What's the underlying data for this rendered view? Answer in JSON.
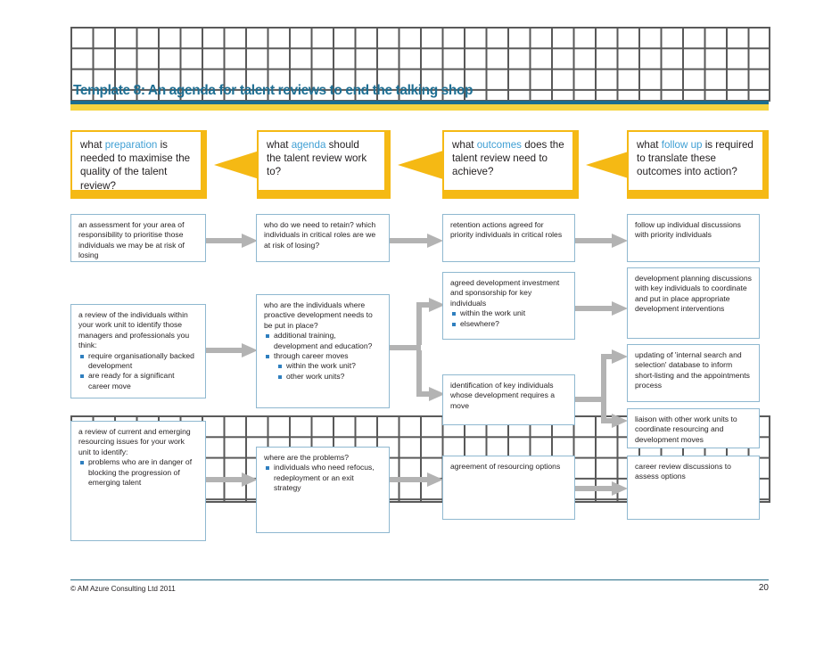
{
  "slide": {
    "title": "Template 8: An agenda for talent reviews to end the talking shop",
    "accent_teal": "#1b6d8f",
    "accent_yellow": "#f5b914",
    "accent_blue_text": "#3f9fd4",
    "box_border": "#8fb8d0",
    "connector_gray": "#b3b3b3"
  },
  "header_panels": [
    {
      "pre": "what ",
      "highlight": "preparation",
      "post": " is needed to maximise the quality of the talent review?"
    },
    {
      "pre": "what ",
      "highlight": "agenda",
      "post": " should the talent review work to?"
    },
    {
      "pre": "what ",
      "highlight": "outcomes",
      "post": " does the talent review need to achieve?"
    },
    {
      "pre": "what ",
      "highlight": "follow up",
      "post": " is required to translate these outcomes into action?"
    }
  ],
  "boxes": {
    "c1r1": {
      "text": "an assessment for your area of responsibility to prioritise those individuals we may be at risk of losing"
    },
    "c1r2": {
      "text": "a review of the individuals within your work unit to identify those managers and professionals you think:",
      "bullets": [
        "require organisationally backed development",
        "are ready for a significant career move"
      ]
    },
    "c1r3": {
      "text": "a review of current and emerging resourcing issues for your work unit to identify:",
      "bullets": [
        "problems who are in danger of blocking the progression of emerging talent"
      ]
    },
    "c2r1": {
      "text": "who do we need to retain? which individuals in critical roles are we at risk of losing?"
    },
    "c2r2": {
      "text": "who are the individuals where proactive development needs to be put in place?",
      "bullets": [
        "additional training, development and education?",
        "through career moves"
      ],
      "subbullets": [
        "within the work unit?",
        "other work units?"
      ]
    },
    "c2r3": {
      "text": "where are the problems?",
      "bullets": [
        "individuals who need refocus, redeployment or an exit strategy"
      ]
    },
    "c3r1": {
      "text": "retention actions agreed for priority individuals in critical roles"
    },
    "c3r2": {
      "text": "agreed development investment and sponsorship for key individuals",
      "bullets": [
        "within the work unit",
        "elsewhere?"
      ]
    },
    "c3r3": {
      "text": "identification of key individuals whose development requires a move"
    },
    "c3r4": {
      "text": "agreement of resourcing options"
    },
    "c4r1": {
      "text": "follow up individual discussions with priority individuals"
    },
    "c4r2": {
      "text": "development planning discussions with key individuals to coordinate and put in place appropriate development interventions"
    },
    "c4r3": {
      "text": "updating of 'internal search and selection' database to inform short-listing and the appointments process"
    },
    "c4r4": {
      "text": "liaison with other work units to coordinate resourcing and development moves"
    },
    "c4r5": {
      "text": "career review discussions to assess options"
    }
  },
  "footer": {
    "copyright": "© AM Azure Consulting Ltd 2011",
    "page_number": "20"
  }
}
